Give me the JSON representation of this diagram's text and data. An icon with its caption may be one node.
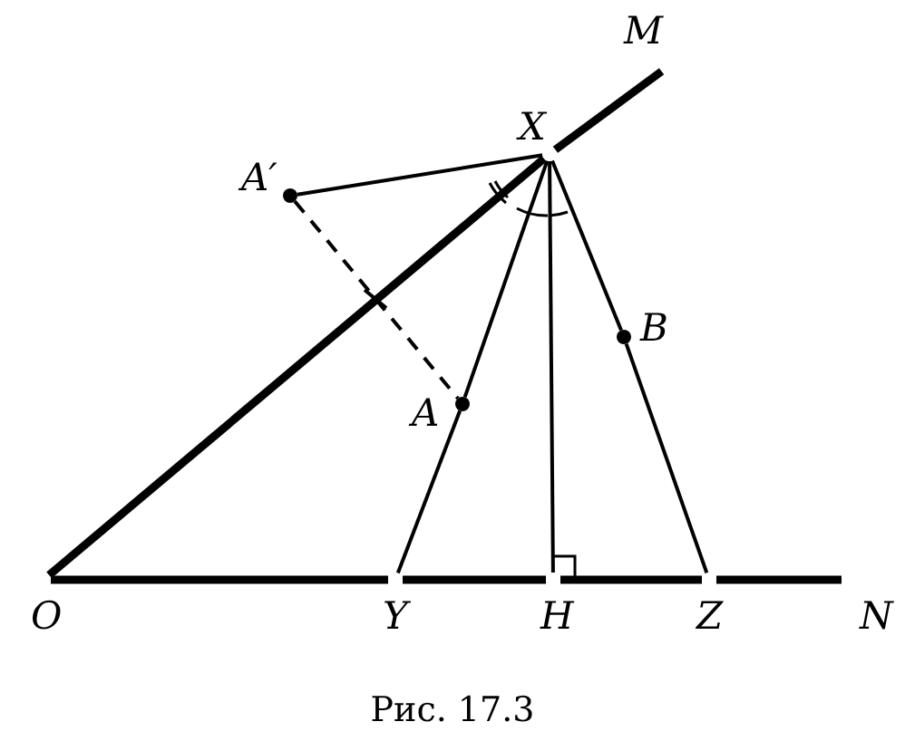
{
  "diagram": {
    "caption": "Рис. 17.3",
    "nodes": [
      {
        "text": [
          "M"
        ]
      },
      {
        "text": [
          "X"
        ]
      },
      {
        "text": [
          "A′"
        ]
      },
      {
        "text": [
          "A"
        ]
      },
      {
        "text": [
          "B"
        ]
      },
      {
        "text": [
          "O"
        ]
      },
      {
        "text": [
          "Y"
        ]
      },
      {
        "text": [
          "H"
        ]
      },
      {
        "text": [
          "Z"
        ]
      },
      {
        "text": [
          "N"
        ]
      }
    ],
    "edges": [
      {
        "from": 5,
        "to": 1,
        "arrow": "none",
        "style": "thick"
      },
      {
        "from": 1,
        "to": 0,
        "arrow": "none",
        "style": "thick"
      },
      {
        "from": 5,
        "to": 6,
        "arrow": "none",
        "style": "thick"
      },
      {
        "from": 6,
        "to": 7,
        "arrow": "none",
        "style": "thick"
      },
      {
        "from": 7,
        "to": 8,
        "arrow": "none",
        "style": "thick"
      },
      {
        "from": 8,
        "to": 9,
        "arrow": "none",
        "style": "thick"
      },
      {
        "from": 1,
        "to": 2,
        "arrow": "none"
      },
      {
        "from": 2,
        "to": 3,
        "arrow": "none",
        "style": "dashed"
      },
      {
        "from": 1,
        "to": 3,
        "arrow": "none"
      },
      {
        "from": 3,
        "to": 6,
        "arrow": "none"
      },
      {
        "from": 1,
        "to": 7,
        "arrow": "none"
      },
      {
        "from": 1,
        "to": 4,
        "arrow": "none"
      },
      {
        "from": 4,
        "to": 8,
        "arrow": "none"
      }
    ]
  }
}
